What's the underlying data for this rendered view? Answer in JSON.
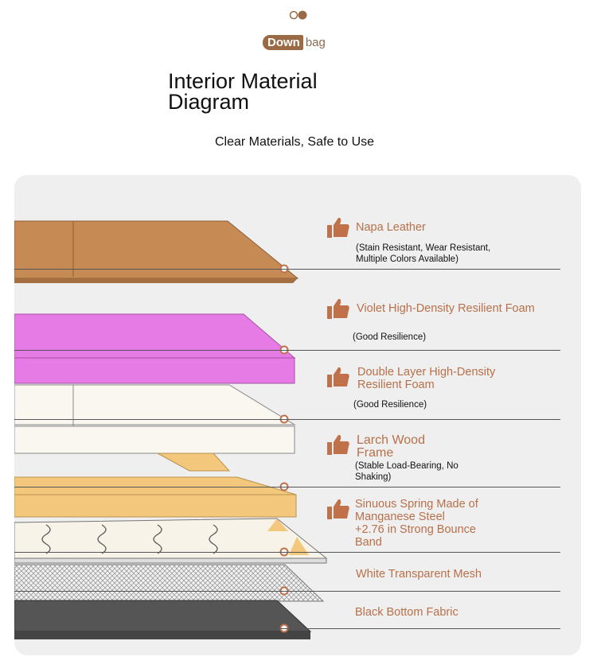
{
  "brand": {
    "part1": "Down",
    "part2": "bag"
  },
  "header": {
    "title_line1": "Interior Material",
    "title_line2": "Diagram",
    "subtitle": "Clear Materials, Safe to Use"
  },
  "layers": [
    {
      "name": "Napa Leather",
      "desc_line1": "(Stain Resistant, Wear Resistant,",
      "desc_line2": "Multiple Colors Available)",
      "color": "#c68a55"
    },
    {
      "name": "Violet High-Density Resilient Foam",
      "desc_line1": "(Good Resilience)",
      "color": "#e77be6"
    },
    {
      "name_line1": "Double Layer High-Density",
      "name_line2": "Resilient Foam",
      "desc_line1": "(Good Resilience)",
      "color": "#faf7f0"
    },
    {
      "name_line1": "Larch Wood",
      "name_line2": "Frame",
      "desc_line1": "(Stable Load-Bearing, No",
      "desc_line2": "Shaking)",
      "color": "#f3c87c"
    },
    {
      "name_line1": "Sinuous Spring Made of",
      "name_line2": "Manganese Steel",
      "name_line3": "+2.76 in Strong Bounce",
      "name_line4": "Band",
      "color": "#f8f3e8"
    },
    {
      "name": "White Transparent Mesh",
      "color": "#e8e8e8"
    },
    {
      "name": "Black Bottom Fabric",
      "color": "#555555"
    }
  ],
  "accent": "#c0714a"
}
